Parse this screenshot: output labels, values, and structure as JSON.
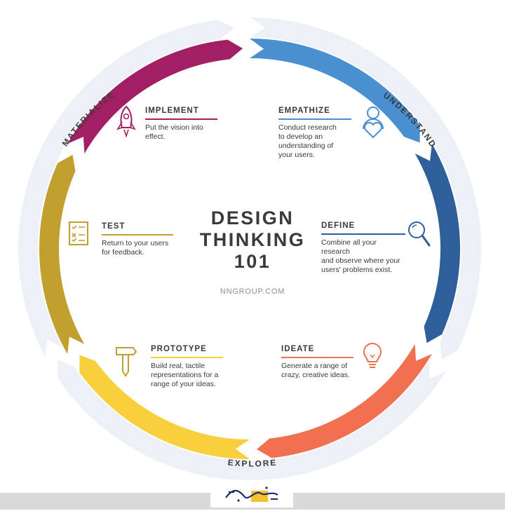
{
  "diagram": {
    "title_lines": [
      "DESIGN",
      "THINKING",
      "101"
    ],
    "subtitle": "NNGROUP.COM",
    "phases": {
      "understand": "UNDERSTAND",
      "explore": "EXPLORE",
      "materialize": "MATERIALIZE"
    },
    "stages": [
      {
        "id": "empathize",
        "title": "EMPATHIZE",
        "description": [
          "Conduct research",
          "to develop an",
          "understanding of",
          "your users."
        ],
        "color": "#4a8fd0",
        "icon": "heart-person-icon"
      },
      {
        "id": "define",
        "title": "DEFINE",
        "description": [
          "Combine all your research",
          "and observe where your",
          "users' problems exist."
        ],
        "color": "#2e5f98",
        "icon": "magnifier-icon"
      },
      {
        "id": "ideate",
        "title": "IDEATE",
        "description": [
          "Generate a range of",
          "crazy, creative ideas."
        ],
        "color": "#f07050",
        "icon": "lightbulb-icon"
      },
      {
        "id": "prototype",
        "title": "PROTOTYPE",
        "description": [
          "Build real, tactile",
          "representations for a",
          "range of your ideas."
        ],
        "color": "#f8cf3c",
        "icon": "hammer-icon"
      },
      {
        "id": "test",
        "title": "TEST",
        "description": [
          "Return to your users",
          "for feedback."
        ],
        "color": "#c2a030",
        "icon": "checklist-icon"
      },
      {
        "id": "implement",
        "title": "IMPLEMENT",
        "description": [
          "Put the vision into effect."
        ],
        "color": "#a21f63",
        "icon": "rocket-icon"
      }
    ],
    "outer_ring_color": "#eef0f8"
  },
  "footer": {
    "logo": "logo-icon",
    "bar_color": "#d9d9d9"
  }
}
